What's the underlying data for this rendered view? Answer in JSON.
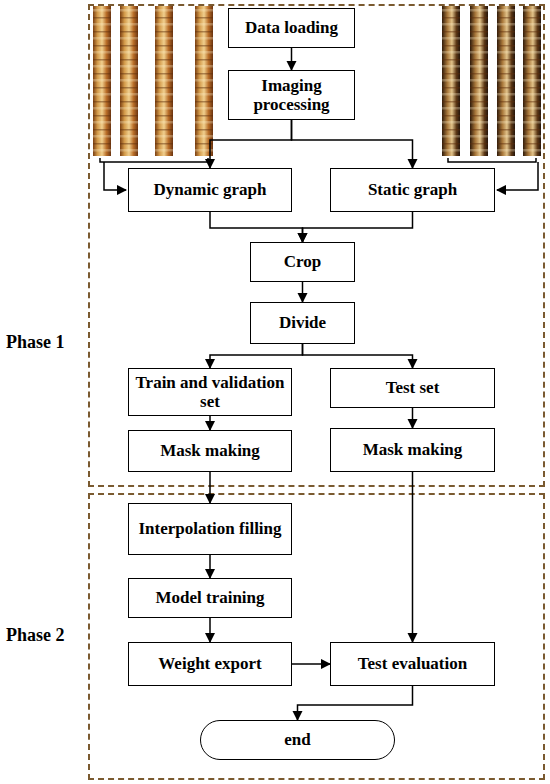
{
  "diagram": {
    "nodes": [
      {
        "text": [
          "Phase 1"
        ]
      },
      {
        "text": [
          "Data loading"
        ],
        "in": 0
      },
      {
        "text": [
          "Imaging processing"
        ],
        "in": 0
      },
      {
        "text": [
          "Dynamic graph"
        ],
        "in": 0
      },
      {
        "text": [
          "Static graph"
        ],
        "in": 0
      },
      {
        "text": [
          "Crop"
        ],
        "in": 0
      },
      {
        "text": [
          "Divide"
        ],
        "in": 0
      },
      {
        "text": [
          "Train and validation set"
        ],
        "in": 0
      },
      {
        "text": [
          "Test set"
        ],
        "in": 0
      },
      {
        "text": [
          "Mask making"
        ],
        "in": 0
      },
      {
        "text": [
          "Mask making"
        ],
        "in": 0
      },
      {
        "text": [
          "Phase 2"
        ]
      },
      {
        "text": [
          "Interpolation filling"
        ],
        "in": 11
      },
      {
        "text": [
          "Model training"
        ],
        "in": 11
      },
      {
        "text": [
          "Weight export"
        ],
        "in": 11
      },
      {
        "text": [
          "Test evaluation"
        ],
        "in": 11
      },
      {
        "text": [
          "end"
        ],
        "in": 11
      }
    ],
    "edges": [
      {
        "from": 1,
        "to": 2,
        "arrow": "to"
      },
      {
        "from": 2,
        "to": 3,
        "arrow": "to"
      },
      {
        "from": 2,
        "to": 4,
        "arrow": "to"
      },
      {
        "from": 3,
        "to": 5,
        "arrow": "to"
      },
      {
        "from": 4,
        "to": 5,
        "arrow": "to"
      },
      {
        "from": 5,
        "to": 6,
        "arrow": "to"
      },
      {
        "from": 6,
        "to": 7,
        "arrow": "to"
      },
      {
        "from": 6,
        "to": 8,
        "arrow": "to"
      },
      {
        "from": 7,
        "to": 9,
        "arrow": "to"
      },
      {
        "from": 8,
        "to": 10,
        "arrow": "to"
      },
      {
        "from": 9,
        "to": 12,
        "arrow": "to"
      },
      {
        "from": 10,
        "to": 15,
        "arrow": "to"
      },
      {
        "from": 12,
        "to": 13,
        "arrow": "to"
      },
      {
        "from": 13,
        "to": 14,
        "arrow": "to"
      },
      {
        "from": 14,
        "to": 15,
        "arrow": "to"
      },
      {
        "from": 15,
        "to": 16,
        "arrow": "to"
      }
    ]
  }
}
